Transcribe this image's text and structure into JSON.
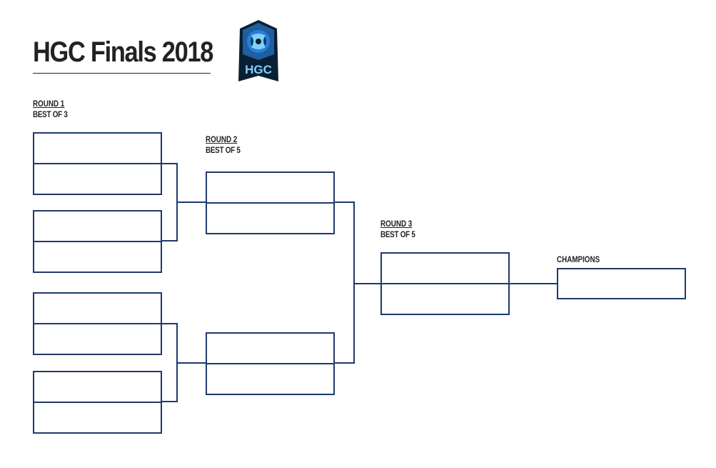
{
  "header": {
    "title": "HGC Finals 2018",
    "logo_text": "HGC"
  },
  "rounds": [
    {
      "name": "ROUND 1",
      "best_of": "BEST OF 3"
    },
    {
      "name": "ROUND 2",
      "best_of": "BEST OF 5"
    },
    {
      "name": "ROUND 3",
      "best_of": "BEST OF 5"
    }
  ],
  "champions_label": "CHAMPIONS",
  "colors": {
    "bracket_line": "#1e3a6b",
    "text": "#222222",
    "logo_dark": "#0a1f33",
    "logo_blue": "#2a7fd4",
    "logo_light": "#7fd0ff"
  },
  "icons": {
    "logo": "hgc-logo-icon"
  }
}
